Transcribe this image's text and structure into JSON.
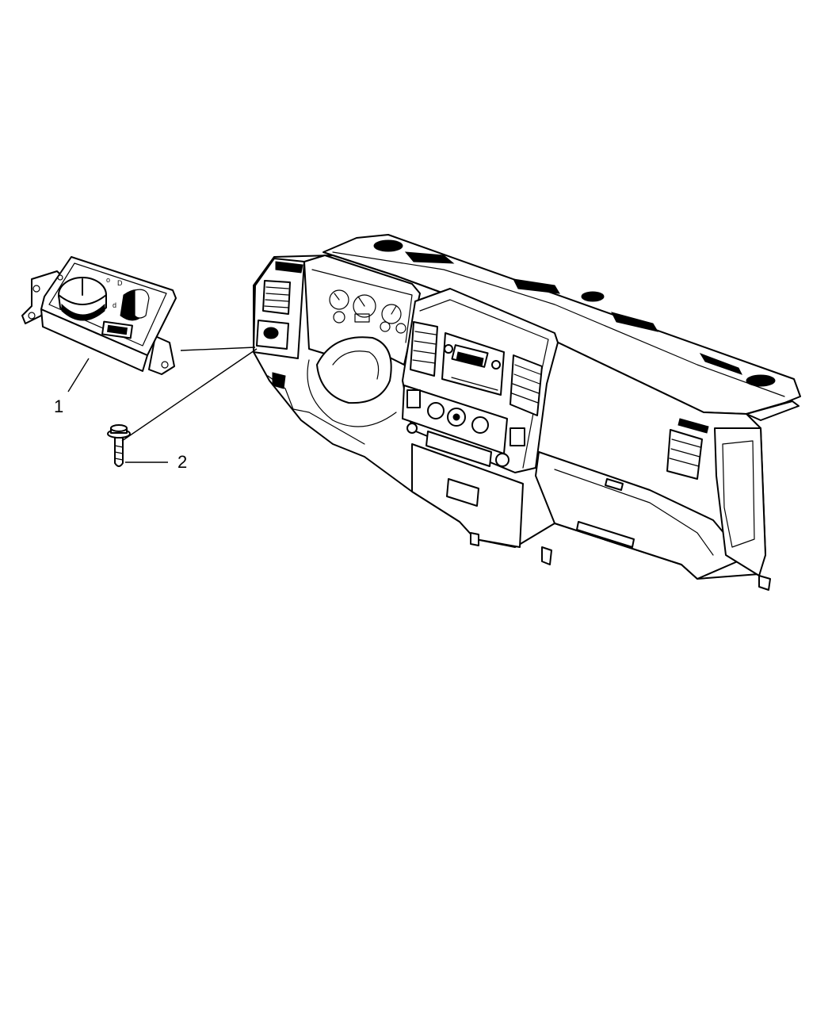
{
  "callouts": [
    {
      "number": "1",
      "part": "headlamp-switch"
    },
    {
      "number": "2",
      "part": "screw"
    }
  ],
  "colors": {
    "background": "#ffffff",
    "linework": "#000000"
  }
}
